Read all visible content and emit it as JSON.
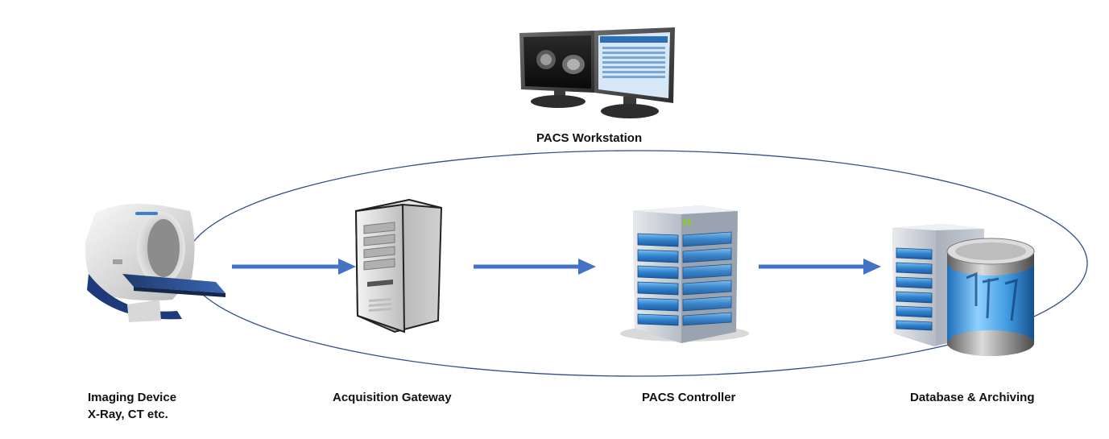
{
  "nodes": {
    "workstation": {
      "label": "PACS Workstation"
    },
    "imaging_device": {
      "label_line1": "Imaging Device",
      "label_line2": "X-Ray, CT etc."
    },
    "acquisition_gateway": {
      "label": "Acquisition Gateway"
    },
    "pacs_controller": {
      "label": "PACS Controller"
    },
    "database_archiving": {
      "label": "Database & Archiving"
    }
  },
  "edges": [
    {
      "from": "imaging_device",
      "to": "acquisition_gateway"
    },
    {
      "from": "acquisition_gateway",
      "to": "pacs_controller"
    },
    {
      "from": "pacs_controller",
      "to": "database_archiving"
    }
  ],
  "colors": {
    "arrow": "#4472c4",
    "ellipse": "#2f4f8f",
    "server_blue": "#3d8fd6",
    "label_text": "#111111"
  },
  "icons": {
    "workstation": "dual-monitor-icon",
    "imaging_device": "ct-scanner-icon",
    "acquisition_gateway": "tower-computer-icon",
    "pacs_controller": "server-rack-icon",
    "database_archiving": "database-cylinder-icon"
  }
}
